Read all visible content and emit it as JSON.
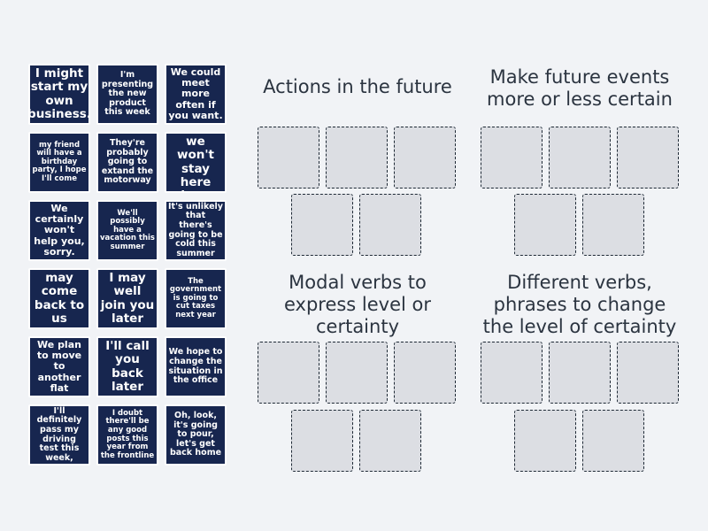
{
  "cards": [
    {
      "segments": [
        {
          "text": "I might start my own business.",
          "bold": false
        }
      ]
    },
    {
      "segments": [
        {
          "text": "I'm presenting the new product this week",
          "bold": false
        }
      ]
    },
    {
      "segments": [
        {
          "text": "We could meet more often if you want.",
          "bold": false
        }
      ]
    },
    {
      "segments": [
        {
          "text": "my friend will have a birthday party, I hope I'll come",
          "bold": false
        }
      ]
    },
    {
      "segments": [
        {
          "text": "They're ",
          "bold": false
        },
        {
          "text": "probably",
          "bold": true
        },
        {
          "text": " going to extand the motorway",
          "bold": false
        }
      ]
    },
    {
      "segments": [
        {
          "text": "I think we won't stay here long",
          "bold": false
        }
      ]
    },
    {
      "segments": [
        {
          "text": "We ",
          "bold": false
        },
        {
          "text": "certainly",
          "bold": true
        },
        {
          "text": " won't help you, sorry.",
          "bold": false
        }
      ]
    },
    {
      "segments": [
        {
          "text": "We'll ",
          "bold": false
        },
        {
          "text": "possibly",
          "bold": true
        },
        {
          "text": " have a vacation this summer",
          "bold": false
        }
      ]
    },
    {
      "segments": [
        {
          "text": "It's unlikely that there's going to be cold this summer",
          "bold": false
        }
      ]
    },
    {
      "segments": [
        {
          "text": "She may come back to us soon.",
          "bold": false
        }
      ]
    },
    {
      "segments": [
        {
          "text": "I may well join you later",
          "bold": false
        }
      ]
    },
    {
      "segments": [
        {
          "text": "The government is going to cut taxes next year",
          "bold": false
        }
      ]
    },
    {
      "segments": [
        {
          "text": "We plan to move to another flat",
          "bold": false
        }
      ]
    },
    {
      "segments": [
        {
          "text": "I'll call you back later",
          "bold": false
        }
      ]
    },
    {
      "segments": [
        {
          "text": "We hope to change the situation in the office",
          "bold": false
        }
      ]
    },
    {
      "segments": [
        {
          "text": "I'll ",
          "bold": false
        },
        {
          "text": "definitely",
          "bold": true
        },
        {
          "text": " pass my driving test this week,",
          "bold": false
        }
      ]
    },
    {
      "segments": [
        {
          "text": "I doubt there'll be any good posts this year from the frontline",
          "bold": false
        }
      ]
    },
    {
      "segments": [
        {
          "text": "Oh, look, it's going to pour, let's get back home",
          "bold": false
        }
      ]
    }
  ],
  "groups": [
    {
      "title": "Actions in the future"
    },
    {
      "title": "Make future events more or less certain"
    },
    {
      "title": "Modal verbs to express level or certainty"
    },
    {
      "title": "Different verbs, phrases to change the level of certainty"
    }
  ]
}
